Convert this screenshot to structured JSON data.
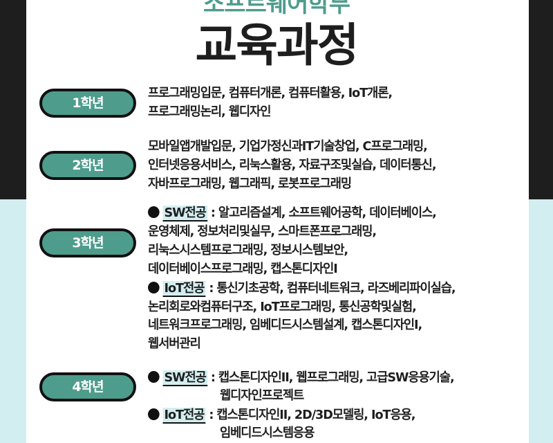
{
  "header": {
    "subtitle": "소프트웨어학부",
    "title": "교육과정"
  },
  "colors": {
    "accent": "#4e9c8c",
    "dark": "#1e1e1e",
    "light_bg": "#d3eef0"
  },
  "years": [
    {
      "label": "1학년",
      "lines": [
        "프로그래밍입문, 컴퓨터개론, 컴퓨터활용, IoT개론,",
        "프로그래밍논리, 웹디자인"
      ]
    },
    {
      "label": "2학년",
      "lines": [
        "모바일앱개발입문, 기업가정신과IT기술창업, C프로그래밍,",
        "인터넷응용서비스, 리눅스활용, 자료구조및실습, 데이터통신,",
        "자바프로그래밍, 웹그래픽, 로봇프로그래밍"
      ]
    },
    {
      "label": "3학년",
      "sw": {
        "tag": "SW전공",
        "first": " : 알고리즘설계, 소프트웨어공학, 데이터베이스,",
        "lines": [
          "운영체제, 정보처리및실무, 스마트폰프로그래밍,",
          "리눅스시스템프로그래밍, 정보시스템보안,",
          "데이터베이스프로그래밍, 캡스톤디자인I"
        ]
      },
      "iot": {
        "tag": "IoT전공",
        "first": " : 통신기초공학, 컴퓨터네트워크, 라즈베리파이실습,",
        "lines": [
          "논리회로와컴퓨터구조, IoT프로그래밍, 통신공학및실험,",
          "네트워크프로그래밍, 임베디드시스템설계, 캡스톤디자인I,",
          "웹서버관리"
        ]
      }
    },
    {
      "label": "4학년",
      "sw": {
        "tag": "SW전공",
        "first": " : 캡스톤디자인II, 웹프로그래밍, 고급SW응용기술,",
        "lines": [
          "웹디자인프로젝트"
        ]
      },
      "iot": {
        "tag": "IoT전공",
        "first": " : 캡스톤디자인II, 2D/3D모델링, IoT응용,",
        "lines": [
          "임베디드시스템응용"
        ]
      }
    }
  ]
}
